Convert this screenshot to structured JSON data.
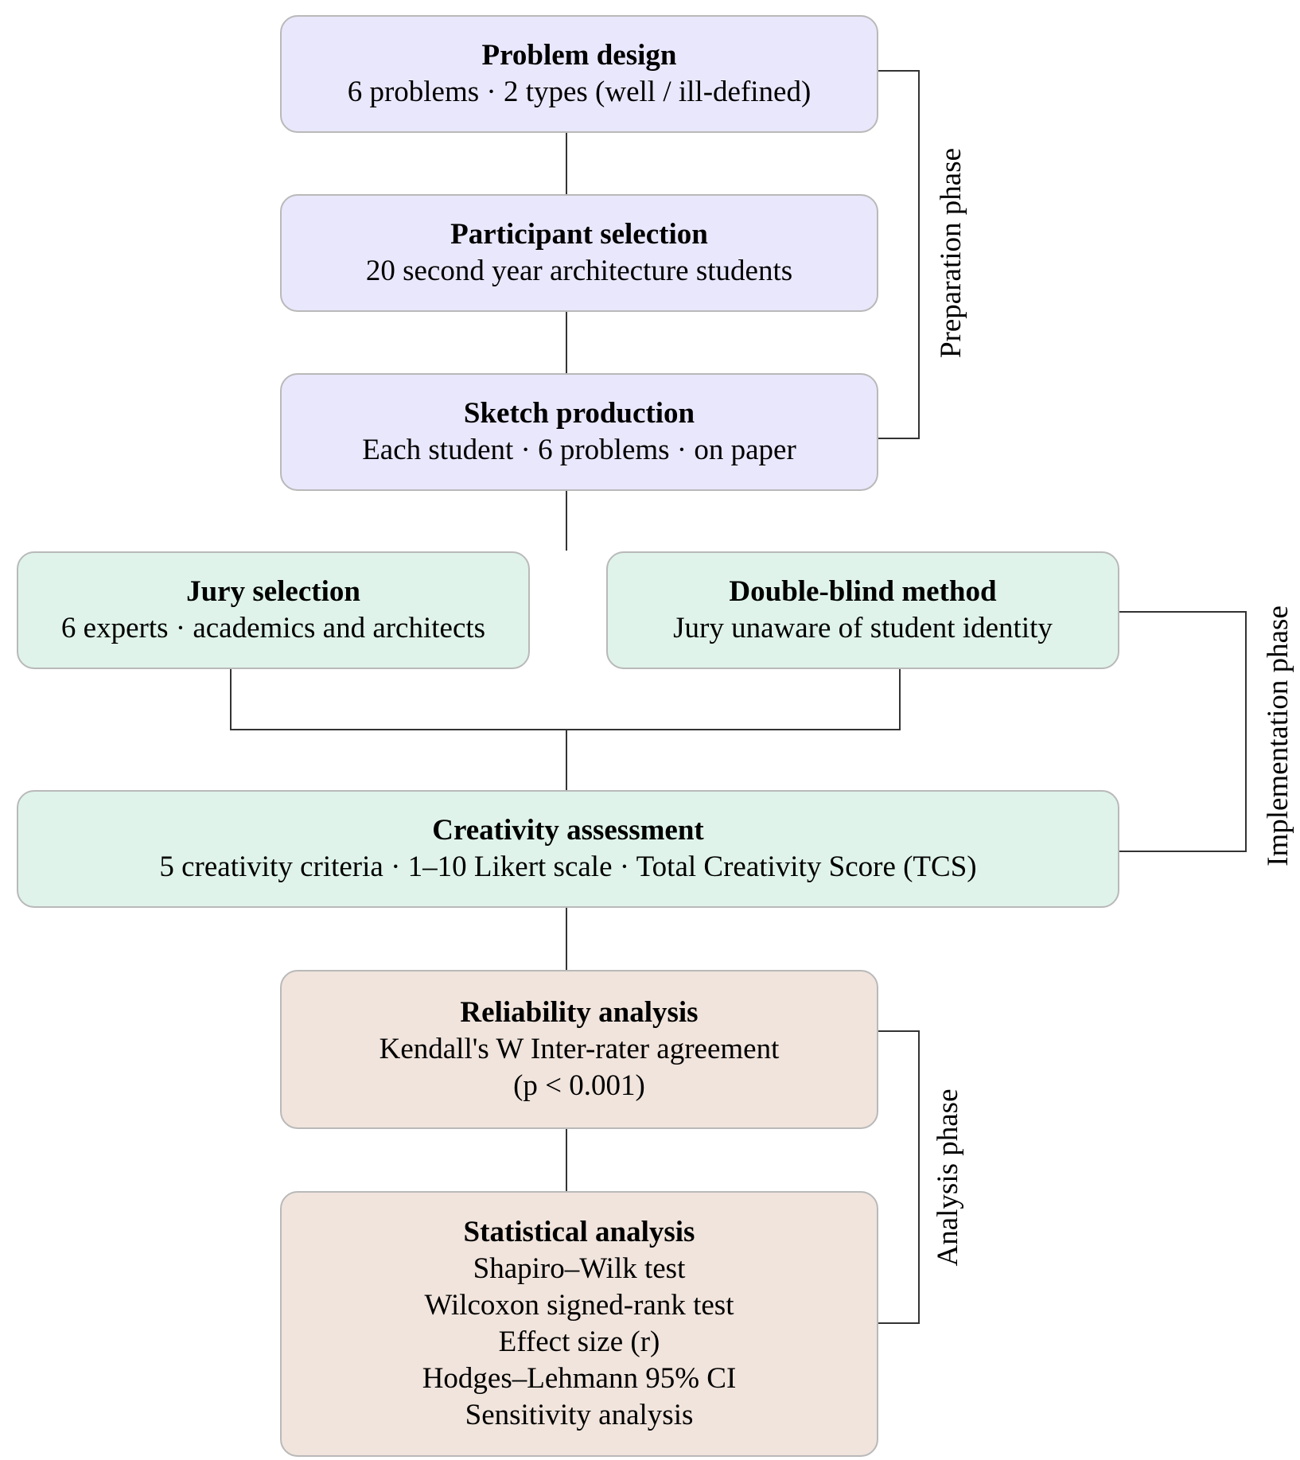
{
  "boxes": {
    "problem_design": {
      "title": "Problem design",
      "lines": [
        "6 problems · 2 types (well / ill-defined)"
      ]
    },
    "participant_selection": {
      "title": "Participant selection",
      "lines": [
        "20 second year architecture students"
      ]
    },
    "sketch_production": {
      "title": "Sketch production",
      "lines": [
        "Each student · 6 problems · on paper"
      ]
    },
    "jury_selection": {
      "title": "Jury selection",
      "lines": [
        "6 experts · academics and architects"
      ]
    },
    "double_blind": {
      "title": "Double-blind method",
      "lines": [
        "Jury unaware of student identity"
      ]
    },
    "creativity_assessment": {
      "title": "Creativity assessment",
      "lines": [
        "5 creativity criteria · 1–10 Likert scale · Total Creativity Score (TCS)"
      ]
    },
    "reliability_analysis": {
      "title": "Reliability analysis",
      "lines": [
        "Kendall's W Inter-rater agreement",
        "(p < 0.001)"
      ]
    },
    "statistical_analysis": {
      "title": "Statistical analysis",
      "lines": [
        "Shapiro–Wilk test",
        "Wilcoxon signed-rank test",
        "Effect size (r)",
        "Hodges–Lehmann 95% CI",
        "Sensitivity analysis"
      ]
    }
  },
  "phases": {
    "preparation": "Preparation phase",
    "implementation": "Implementation phase",
    "analysis": "Analysis phase"
  },
  "colors": {
    "preparation_fill": "#e9e7fb",
    "implementation_fill": "#dff3ea",
    "analysis_fill": "#f0e4dc",
    "box_border": "#b9b9b9",
    "connector": "#333333"
  }
}
